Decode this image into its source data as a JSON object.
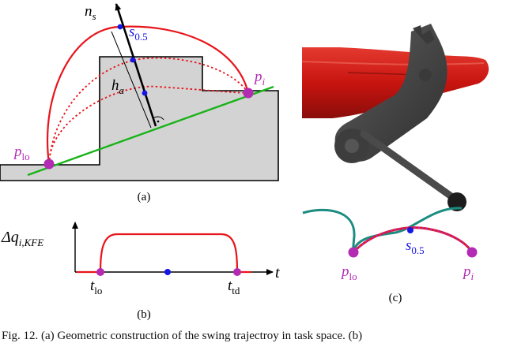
{
  "figure": {
    "panel_a": {
      "label": "(a)",
      "axis_label": "n",
      "axis_label_sub": "s",
      "s_label": "s",
      "s_label_sub": "0.5",
      "h_label": "h",
      "h_label_sub": "a",
      "p_lo": "p",
      "p_lo_sub": "lo",
      "p_i": "p",
      "p_i_sub": "i"
    },
    "panel_b": {
      "label": "(b)",
      "y_label": "Δq",
      "y_label_sub": "i,KFE",
      "x_label": "t",
      "t_lo": "t",
      "t_lo_sub": "lo",
      "t_td": "t",
      "t_td_sub": "td"
    },
    "panel_c": {
      "label": "(c)",
      "s_label": "s",
      "s_label_sub": "0.5",
      "p_lo": "p",
      "p_lo_sub": "lo",
      "p_i": "p",
      "p_i_sub": "i"
    },
    "caption": "Fig. 12.  (a) Geometric construction of the swing trajectroy in task space. (b)"
  },
  "colors": {
    "red": "#e8141b",
    "green": "#16b316",
    "blue": "#1515e6",
    "magenta": "#b32ab3",
    "terrain": "#d3d3d3",
    "teal": "#1c8c80",
    "robot_red": "#d41a18",
    "robot_dark": "#4b4b4b"
  }
}
